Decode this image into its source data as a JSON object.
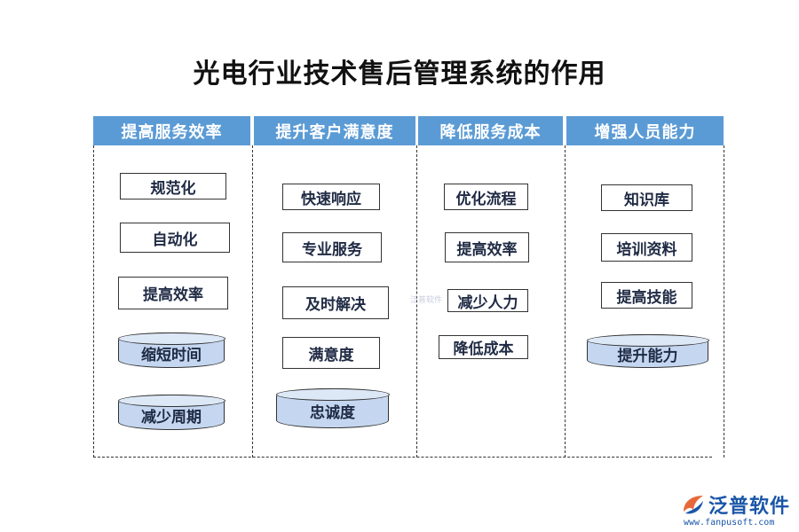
{
  "title": "光电行业技术售后管理系统的作用",
  "columns": [
    {
      "header": "提高服务效率",
      "items": [
        "规范化",
        "自动化",
        "提高效率",
        "缩短时间",
        "减少周期"
      ]
    },
    {
      "header": "提升客户满意度",
      "items": [
        "快速响应",
        "专业服务",
        "及时解决",
        "满意度",
        "忠诚度"
      ]
    },
    {
      "header": "降低服务成本",
      "items": [
        "优化流程",
        "提高效率",
        "减少人力",
        "降低成本"
      ]
    },
    {
      "header": "增强人员能力",
      "items": [
        "知识库",
        "培训资料",
        "提高技能",
        "提升能力"
      ]
    }
  ],
  "watermark": "泛普软件",
  "logo": {
    "name": "泛普软件",
    "url": "www.fanpusoft.com"
  },
  "colors": {
    "header_bg": "#5b9bd5",
    "cylinder_fill": "#c5d7f0",
    "logo": "#1a56a8"
  }
}
